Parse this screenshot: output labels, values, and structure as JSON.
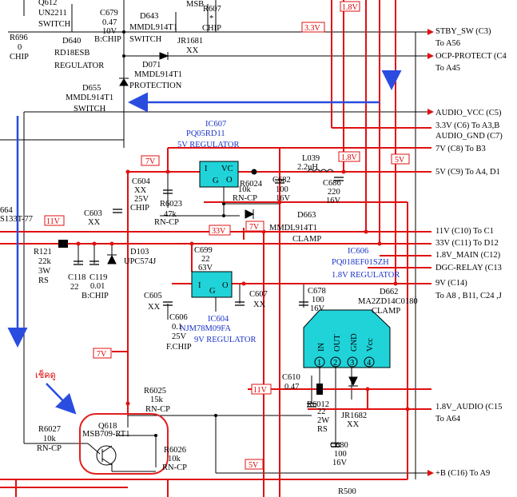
{
  "title": "",
  "connectors": [
    {
      "text": "STBY_SW (C3)"
    },
    {
      "text": "To A56"
    },
    {
      "text": "OCP-PROTECT (C4"
    },
    {
      "text": "To A45"
    },
    {
      "text": "AUDIO_VCC (C5)"
    },
    {
      "text": "3.3V (C6) To A3,B"
    },
    {
      "text": "AUDIO_GND (C7)"
    },
    {
      "text": "7V (C8) To B3"
    },
    {
      "text": "5V (C9) To A4, D1"
    },
    {
      "text": "11V (C10) To C1"
    },
    {
      "text": "33V (C11) To D12"
    },
    {
      "text": "1.8V_MAIN (C12)"
    },
    {
      "text": "DGC-RELAY (C13"
    },
    {
      "text": "9V (C14)"
    },
    {
      "text": "To A8 , B11, C24 ,J"
    },
    {
      "text": "1.8V_AUDIO (C15"
    },
    {
      "text": "To A64"
    },
    {
      "text": "+B (C16) To A9"
    }
  ],
  "voltage_tags": [
    "1.8V",
    "3.3V",
    "7V",
    "1.8V",
    "5V",
    "11V",
    "33V",
    "7V",
    "7V",
    "11V",
    "5V"
  ],
  "ic_blocks": [
    {
      "ref": "IC607",
      "part": "PQ05RD11",
      "desc": "5V REGULATOR"
    },
    {
      "ref": "IC604",
      "part": "NJM78M09FA",
      "desc": "9V REGULATOR"
    },
    {
      "ref": "IC606",
      "part": "PQ018EF01SZH",
      "desc": "1.8V REGULATOR"
    }
  ],
  "ic_pins": {
    "ic607": [
      "I",
      "VC",
      "O",
      "G"
    ],
    "ic604": [
      "I",
      "O",
      "G"
    ],
    "ic606_pins": [
      "IN",
      "OUT",
      "GND",
      "Vcc"
    ],
    "ic606_nums": [
      "1",
      "2",
      "3",
      "4"
    ]
  },
  "components": [
    "Q612",
    "UN2211",
    "SWITCH",
    "C679",
    "0.47",
    "10V",
    "B:CHIP",
    "D643",
    "MMDL914T1",
    "SWITCH",
    "MSB",
    "R607",
    "*",
    "CHIP",
    "R696",
    "0",
    "CHIP",
    "D640",
    "RD18ESB",
    "REGULATOR",
    "JR1681",
    "XX",
    "D071",
    "MMDL914T1",
    "PROTECTION",
    "D655",
    "MMDL914T1",
    "SWITCH",
    "L039",
    "2.2uH",
    "C604",
    "XX",
    "25V",
    "CHIP",
    "R6023",
    "47k",
    "RN-CP",
    "R6024",
    "10k",
    "RN-CP",
    "C682",
    "100",
    "16V",
    "C686",
    "220",
    "16V",
    "C603",
    "XX",
    "D663",
    "MMDL914T1",
    "CLAMP",
    "R121",
    "22k",
    "3W",
    "RS",
    "D103",
    "UPC574J",
    "C118",
    "22",
    "C119",
    "0.01",
    "B:CHIP",
    "C699",
    "22",
    "63V",
    "C605",
    "XX",
    "C606",
    "0.1",
    "25V",
    "F.CHIP",
    "C607",
    "XX",
    "C678",
    "100",
    "16V",
    "D662",
    "MA2ZD14C0180",
    "CLAMP",
    "C610",
    "0.47",
    "R6025",
    "15k",
    "RN-CP",
    "R6012",
    "22",
    "2W",
    "RS",
    "JR1682",
    "XX",
    "C680",
    "100",
    "16V",
    "R6027",
    "10k",
    "RN-CP",
    "Q618",
    "MSB709-RT1",
    "R6026",
    "10k",
    "RN-CP",
    "R500",
    "S133T-77",
    "664"
  ],
  "annotation": "เช็คดู",
  "colors": {
    "wire_red": "#e01010",
    "wire_black": "#000000",
    "arrow_blue": "#2a4de0",
    "ic_fill": "#1fd3d9",
    "label_blue": "#1a33c8",
    "highlight_circle": "#e02020"
  }
}
